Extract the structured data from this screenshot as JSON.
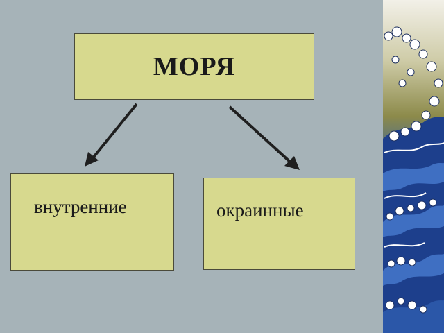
{
  "diagram": {
    "root": {
      "label": "МОРЯ"
    },
    "children": [
      {
        "label": "внутренние"
      },
      {
        "label": "окраинные"
      }
    ]
  },
  "colors": {
    "background": "#a6b3b8",
    "box_fill": "#d7d98e",
    "arrow": "#1f1f1f",
    "wave_dark": "#1d3f8c",
    "wave_light": "#3f6fc2",
    "sky_olive": "#8c8a4a"
  },
  "decor": {
    "image": "wave-illustration"
  }
}
